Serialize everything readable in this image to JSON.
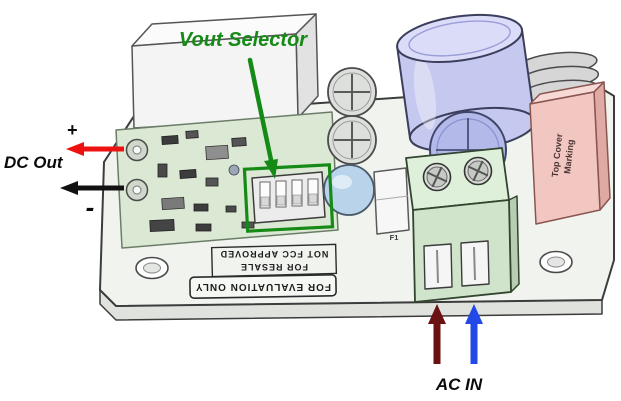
{
  "annotations": {
    "vout_selector": "Vout Selector",
    "dc_out": "DC Out",
    "dc_plus": "+",
    "dc_minus": "-",
    "ac_in": "AC IN"
  },
  "board_markings": {
    "evaluation": "FOR EVALUATION ONLY",
    "not_fcc": "NOT FCC APPROVED",
    "resale": "FOR RESALE",
    "top_cover_line1": "Top Cover",
    "top_cover_line2": "Marking",
    "fuse_ref": "F1"
  },
  "colors": {
    "annotation_green": "#168a16",
    "arrow_red": "#ee1111",
    "arrow_black": "#111111",
    "arrow_dark_red": "#6b1111",
    "arrow_blue": "#2248e8"
  }
}
